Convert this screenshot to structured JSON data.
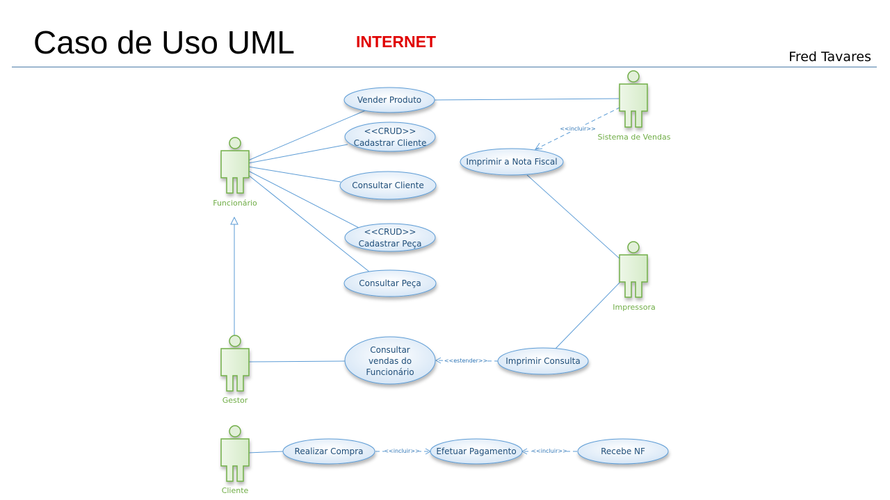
{
  "slide": {
    "title": "Caso de Uso UML",
    "subtitle": "INTERNET",
    "author": "Fred Tavares"
  },
  "actors": {
    "funcionario": "Funcionário",
    "gestor": "Gestor",
    "cliente": "Cliente",
    "sistema_vendas": "Sistema de Vendas",
    "impressora": "Impressora"
  },
  "use_cases": {
    "vender_produto": "Vender Produto",
    "cadastrar_cliente": [
      "<<CRUD>>",
      "Cadastrar Cliente"
    ],
    "consultar_cliente": "Consultar Cliente",
    "cadastrar_peca": [
      "<<CRUD>>",
      "Cadastrar Peça"
    ],
    "consultar_peca": "Consultar Peça",
    "imprimir_nota": "Imprimir a Nota Fiscal",
    "consultar_vendas": [
      "Consultar",
      "vendas do",
      "Funcionário"
    ],
    "imprimir_consulta": "Imprimir Consulta",
    "realizar_compra": "Realizar Compra",
    "efetuar_pagamento": "Efetuar Pagamento",
    "recebe_nf": "Recebe NF"
  },
  "stereotypes": {
    "incluir": "<<incluir>>",
    "estender": "<<estender>>"
  },
  "colors": {
    "title": "#000000",
    "subtitle": "#e00000",
    "rule": "#4a7ba8",
    "actor_fill": "#e2f0d9",
    "actor_stroke": "#70ad47",
    "usecase_fill": "#deebf7",
    "usecase_stroke": "#5b9bd5",
    "usecase_text": "#1f4e79",
    "line": "#5b9bd5"
  }
}
